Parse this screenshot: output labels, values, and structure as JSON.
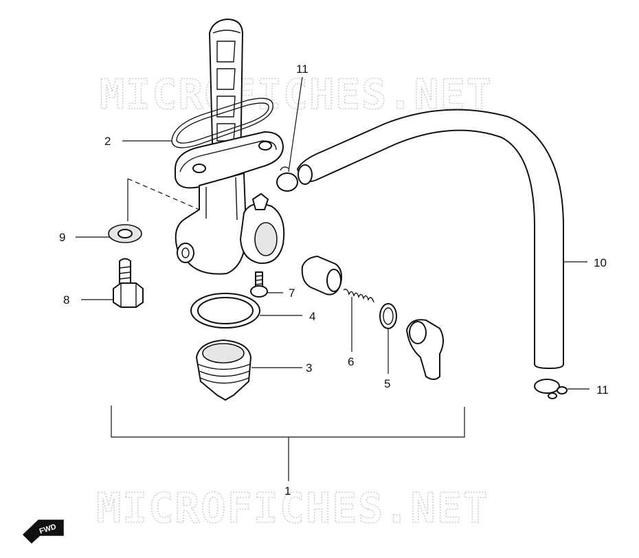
{
  "watermark": {
    "top": "MICROFICHES.NET",
    "bottom": "MICROFICHES.NET"
  },
  "callouts": {
    "c1": "1",
    "c2": "2",
    "c3": "3",
    "c4": "4",
    "c5": "5",
    "c6": "6",
    "c7": "7",
    "c8": "8",
    "c9": "9",
    "c10": "10",
    "c11_top": "11",
    "c11_bottom": "11"
  },
  "direction_badge": {
    "label": "FWD"
  }
}
